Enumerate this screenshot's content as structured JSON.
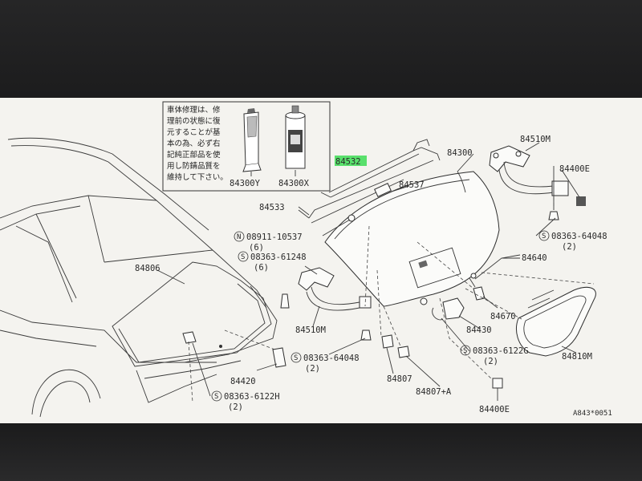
{
  "note": {
    "lines": [
      "車体修理は、修",
      "理前の状態に復",
      "元することが基",
      "本の為、必ず右",
      "記純正部品を使",
      "用し防錆品質を",
      "維持して下さい。"
    ],
    "sealant_part": "84300Y",
    "spray_part": "84300X"
  },
  "parts": {
    "p84532": "84532",
    "p84300": "84300",
    "p84510M_top": "84510M",
    "p84400E_top": "84400E",
    "p84537": "84537",
    "p84533": "84533",
    "p08911": "08911-10537",
    "p08911_qty": "(6)",
    "p08363_64048_right": "08363-64048",
    "p08363_64048_right_qty": "(2)",
    "p08363_61248": "08363-61248",
    "p08363_61248_qty": "(6)",
    "p84640": "84640",
    "p84806": "84806",
    "p84670": "84670",
    "p84430": "84430",
    "p84510M_bottom": "84510M",
    "p08363_6122G": "08363-6122G",
    "p08363_6122G_qty": "(2)",
    "p84810M": "84810M",
    "p08363_64048_mid": "08363-64048",
    "p08363_64048_mid_qty": "(2)",
    "p84807": "84807",
    "p84420": "84420",
    "p84807A": "84807+A",
    "p08363_6122H": "08363-6122H",
    "p08363_6122H_qty": "(2)",
    "p84400E_bottom": "84400E",
    "ref_code": "A843*0051"
  },
  "symbols": {
    "screw": "S",
    "nut": "N"
  },
  "colors": {
    "sheet": "#f4f3ef",
    "bezel": "#1e1e1f",
    "highlight": "#3ddc55"
  }
}
